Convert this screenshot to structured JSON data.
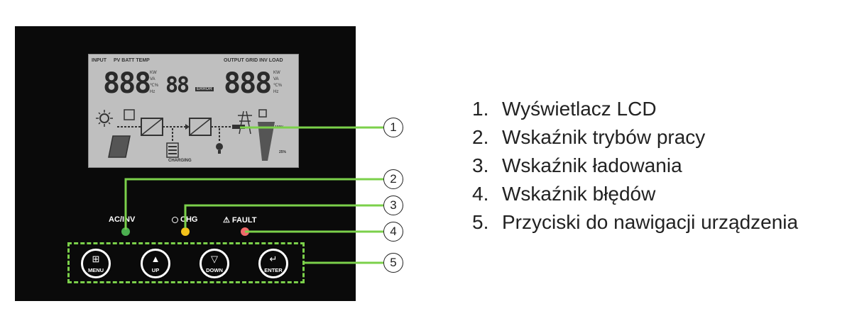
{
  "lcd": {
    "input_label": "INPUT",
    "pv_batt_temp_label": "PV BATT TEMP",
    "output_label": "OUTPUT GRID INV LOAD",
    "left_digits": "888",
    "mid_digits": "88",
    "right_digits": "888",
    "units_left": [
      "KW",
      "VA",
      "℃%",
      "Hz"
    ],
    "units_right": [
      "KW",
      "VA",
      "℃%",
      "Hz"
    ],
    "error_label": "ERROR",
    "charging_label": "CHARGING",
    "load_percent_high": "100%",
    "load_percent_low": "25%"
  },
  "indicators": {
    "ac_inv_label": "AC/INV",
    "chg_label": "CHG",
    "fault_label": "FAULT"
  },
  "buttons": {
    "menu": "MENU",
    "up": "UP",
    "down": "DOWN",
    "enter": "ENTER"
  },
  "callouts": [
    "1",
    "2",
    "3",
    "4",
    "5"
  ],
  "legend": [
    {
      "num": "1.",
      "text": "Wyświetlacz LCD"
    },
    {
      "num": "2.",
      "text": "Wskaźnik trybów pracy"
    },
    {
      "num": "3.",
      "text": "Wskaźnik ładowania"
    },
    {
      "num": "4.",
      "text": "Wskaźnik błędów"
    },
    {
      "num": "5.",
      "text": "Przyciski do nawigacji urządzenia"
    }
  ],
  "colors": {
    "callout_line": "#7bd04a",
    "led_ac_inv": "#4caf50",
    "led_chg": "#f2c21a",
    "led_fault": "#f06a6a",
    "panel": "#0a0a0a",
    "lcd": "#bfbfbf"
  }
}
